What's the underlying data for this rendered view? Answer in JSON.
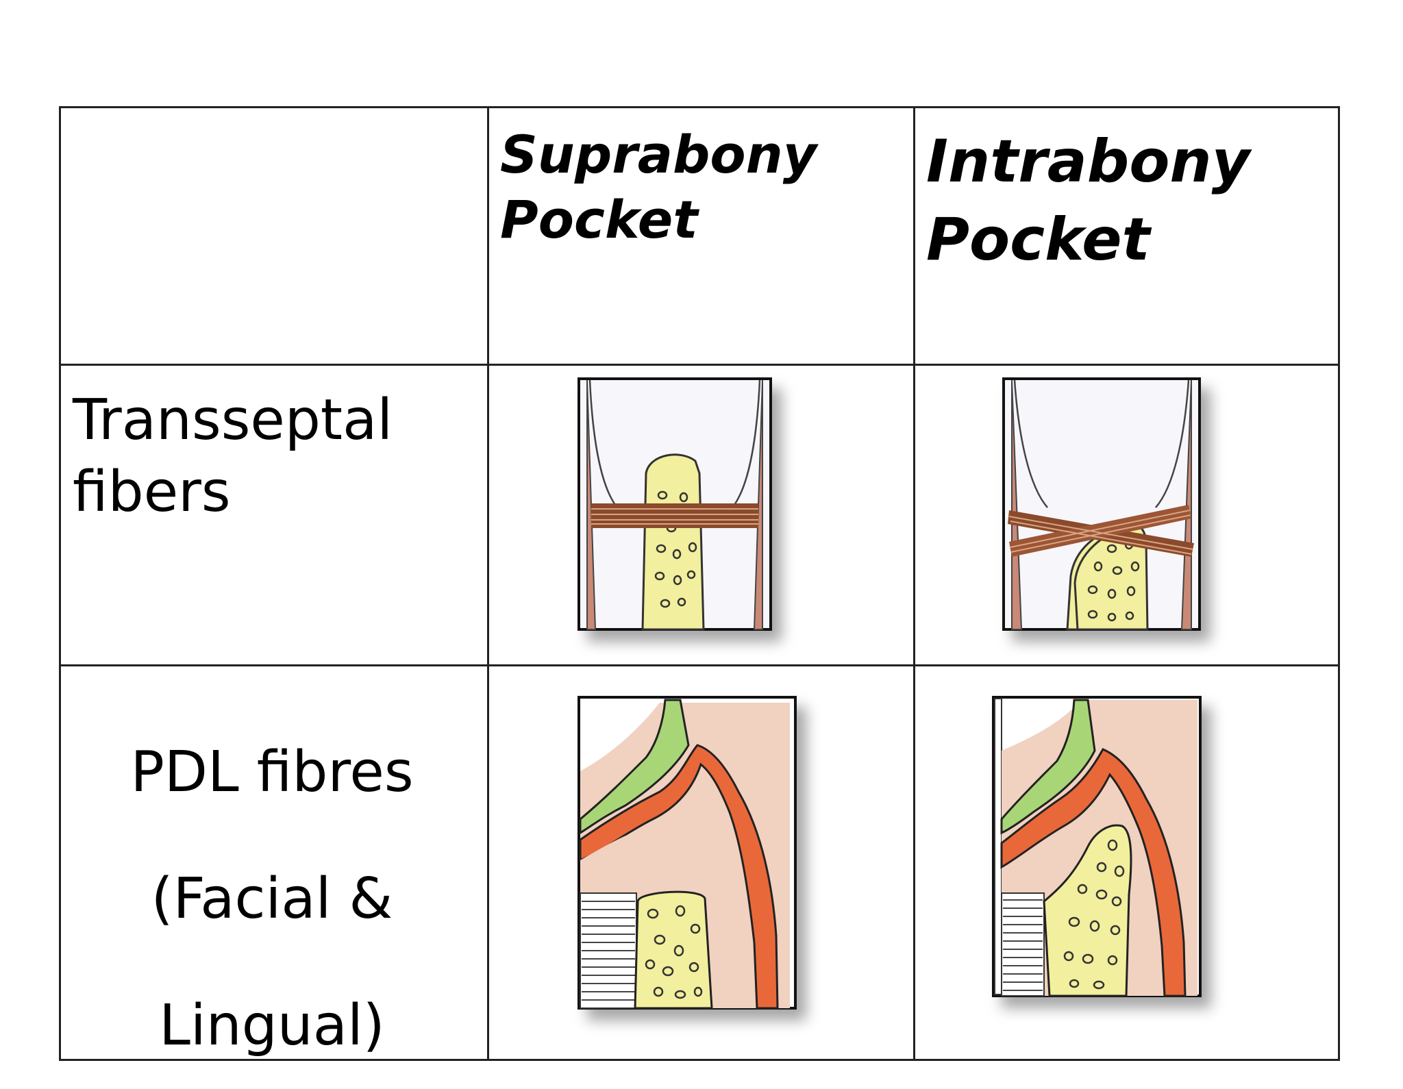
{
  "table": {
    "columns": [
      "",
      "Suprabony Pocket",
      "Intrabony Pocket"
    ],
    "col_suprabony": {
      "line1": "Suprabony",
      "line2": "Pocket"
    },
    "col_intrabony": {
      "line1": "Intrabony",
      "line2": "Pocket"
    },
    "row_transseptal": {
      "line1": "Transseptal",
      "line2": "fibers"
    },
    "row_pdl": {
      "line1": "PDL fibres",
      "line2": "(Facial &",
      "line3": "Lingual)"
    }
  },
  "colors": {
    "gingiva_green": "#a8d676",
    "pdl_orange": "#e9683a",
    "bone_yellow": "#f2ef9e",
    "soft_tissue_pink": "#f1d1c0",
    "fiber_brown": "#8b4a2b"
  }
}
